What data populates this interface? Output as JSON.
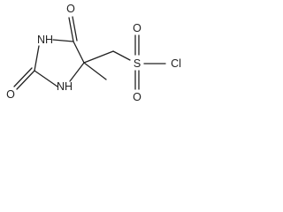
{
  "molecule": {
    "atoms": {
      "o_top": "O",
      "nh_ring_upper": "NH",
      "o_bottom": "O",
      "nh_ring_lower": "NH",
      "sulfur": "S",
      "o_sulfonyl_upper": "O",
      "o_sulfonyl_lower": "O",
      "chlorine": "Cl"
    }
  },
  "colors": {
    "bond": "#222222",
    "label": "#222222",
    "background": "#ffffff"
  }
}
